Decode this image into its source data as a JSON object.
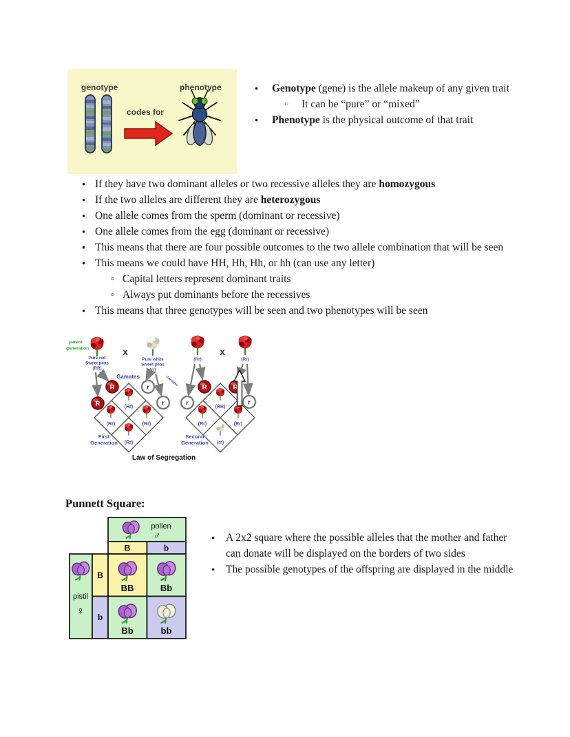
{
  "figure1": {
    "genotype": "genotype",
    "codes_for": "codes for",
    "phenotype": "phenotype"
  },
  "intro": {
    "b1_bold": "Genotype",
    "b1_rest": " (gene) is the allele makeup of any given trait",
    "b1_sub": "It can be “pure” or “mixed”",
    "b2_bold": "Phenotype",
    "b2_rest": " is the physical outcome of that trait"
  },
  "main": {
    "b1_pre": "If they have two dominant alleles or two recessive alleles they are ",
    "b1_bold": "homozygous",
    "b2_pre": "If the two alleles are different they are ",
    "b2_bold": "heterozygous",
    "b3": "One allele comes from the sperm (dominant or recessive)",
    "b4": "One allele comes from the egg (dominant or recessive)",
    "b5": "This means that there are four possible outcomes to the two allele combination that will be seen",
    "b6": "This means we could have HH, Hh, Hh, or hh (can use any letter)",
    "b6_sub1": "Capital letters represent dominant traits",
    "b6_sub2": "Always put dominants before the recessives",
    "b7": "This means that three genotypes will be seen and two phenotypes will be seen"
  },
  "segregation": {
    "parent_label_1": "parent",
    "parent_label_2": "generation",
    "cross": "X",
    "p1_line1": "Pure red",
    "p1_line2": "Sweet peas",
    "p1_line3": "(RR)",
    "p2_line1": "Pure white",
    "p2_line2": "Sweet peas",
    "p2_line3": "(rr)",
    "gametes": "Gamates",
    "gametes_small": "Gamates",
    "R": "R",
    "r": "r",
    "gen1_top": "(Rr)",
    "gen1_left": "(Rr)",
    "gen1_right": "(Rr)",
    "gen1_bottom": "(Rr)",
    "first_line1": "First",
    "first_line2": "Generation",
    "p3_label": "(Rr)",
    "p4_label": "(Rr)",
    "gen2_top": "(RR)",
    "gen2_left": "(Rr)",
    "gen2_right": "(Rr)",
    "gen2_bottom": "(rr)",
    "second_line1": "Second",
    "second_line2": "Generation",
    "caption": "Law of Segregation"
  },
  "punnett": {
    "heading": "Punnett Square:",
    "pollen": "pollen",
    "male_symbol": "♂",
    "pistil": "pistil",
    "female_symbol": "♀",
    "col_alleles": [
      "B",
      "b"
    ],
    "row_alleles": [
      "B",
      "b"
    ],
    "cell_BB": "BB",
    "cell_Bb_top": "Bb",
    "cell_Bb_bottom": "Bb",
    "cell_bb": "bb"
  },
  "punnett_notes": {
    "b1": "A 2x2 square where the possible alleles that the mother and father can donate will be displayed on the borders of two sides",
    "b2": "The possible genotypes of the offspring are displayed in the middle"
  },
  "colors": {
    "figure1_bg": "#f8f7c9",
    "arrow_red": "#e3261c",
    "punnett_green": "#c9f0c6",
    "punnett_yellow": "#faf3a9",
    "punnett_lavender": "#cbcbf0",
    "segregation_label_blue": "#4343b8",
    "segregation_label_green": "#2faa2f",
    "gamete_R_red": "#b01212",
    "body_text": "#1c1c1c"
  }
}
